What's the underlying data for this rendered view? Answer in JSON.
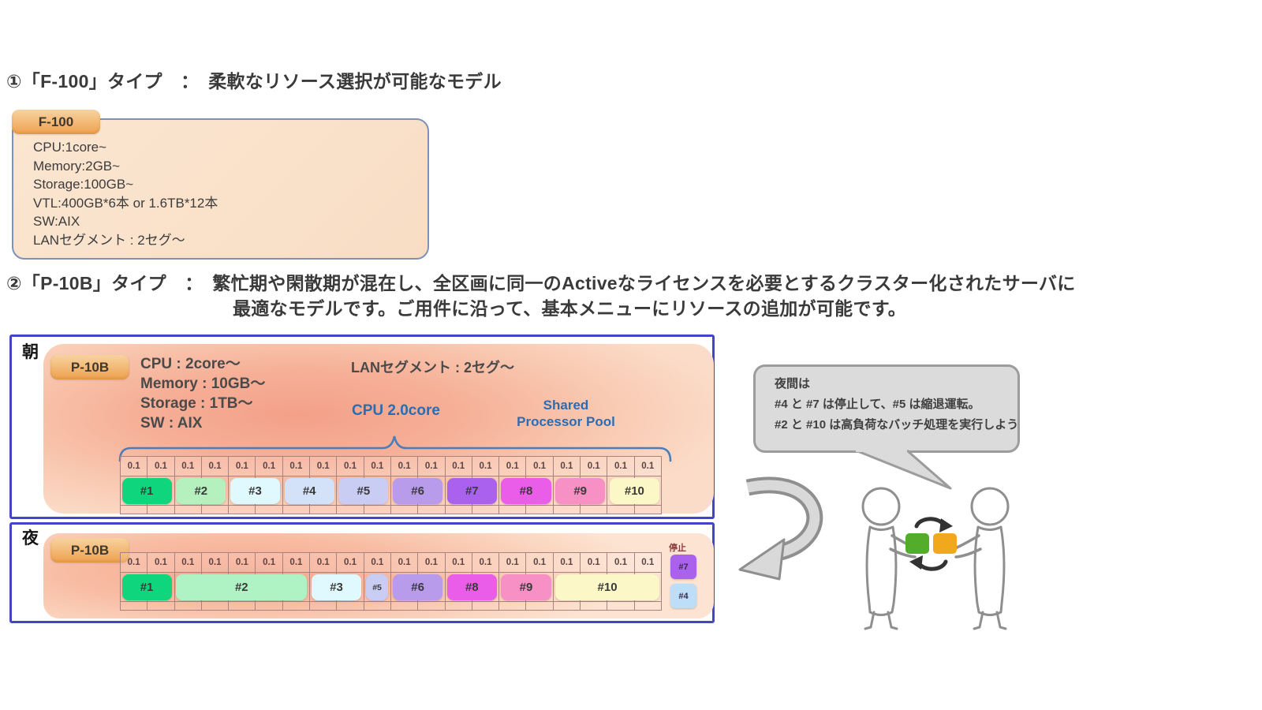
{
  "page": {
    "heading1": "①「F-100」タイプ　：　柔軟なリソース選択が可能なモデル",
    "heading2_line1": "②「P-10B」タイプ　：　繁忙期や閑散期が混在し、全区画に同一のActiveなライセンスを必要とするクラスター化されたサーバに",
    "heading2_line2": "最適なモデルです。ご用件に沿って、基本メニューにリソースの追加が可能です。"
  },
  "colors": {
    "frame_blue": "#4444c9",
    "label_blue": "#2b6cb3",
    "tab_orange": "#eea14e",
    "bubble_gray": "#dbdbdb",
    "swap_green": "#53ad2a",
    "swap_orange": "#f2a81d"
  },
  "f100": {
    "tab": "F-100",
    "specs": [
      "CPU:1core~",
      "Memory:2GB~",
      "Storage:100GB~",
      "VTL:400GB*6本 or 1.6TB*12本",
      "SW:AIX",
      "LANセグメント : 2セグ～"
    ]
  },
  "morning": {
    "period_label": "朝",
    "tab": "P-10B",
    "specs": [
      "CPU : 2core～",
      "Memory : 10GB～",
      "Storage : 1TB～",
      "SW : AIX"
    ],
    "lan": "LANセグメント : 2セグ～",
    "cpu_label": "CPU 2.0core",
    "pool_label_line1": "Shared",
    "pool_label_line2": "Processor Pool",
    "cell_value": "0.1",
    "cell_count": 20,
    "partitions": [
      {
        "label": "#1",
        "cells": 2,
        "color": "#0fd67c"
      },
      {
        "label": "#2",
        "cells": 2,
        "color": "#b5f1bf"
      },
      {
        "label": "#3",
        "cells": 2,
        "color": "#e0f9ff"
      },
      {
        "label": "#4",
        "cells": 2,
        "color": "#d3e2f8"
      },
      {
        "label": "#5",
        "cells": 2,
        "color": "#c9cdf3"
      },
      {
        "label": "#6",
        "cells": 2,
        "color": "#b89bea"
      },
      {
        "label": "#7",
        "cells": 2,
        "color": "#aa61ee"
      },
      {
        "label": "#8",
        "cells": 2,
        "color": "#ea5de8"
      },
      {
        "label": "#9",
        "cells": 2,
        "color": "#f791c5"
      },
      {
        "label": "#10",
        "cells": 2,
        "color": "#fbf7c6"
      }
    ]
  },
  "night": {
    "period_label": "夜",
    "tab": "P-10B",
    "cell_value": "0.1",
    "cell_count": 20,
    "partitions": [
      {
        "label": "#1",
        "cells": 2,
        "color": "#0fd67c"
      },
      {
        "label": "#2",
        "cells": 5,
        "color": "#aff3c5"
      },
      {
        "label": "#3",
        "cells": 2,
        "color": "#e0f9ff"
      },
      {
        "label": "#5",
        "cells": 1,
        "color": "#c9cdf3"
      },
      {
        "label": "#6",
        "cells": 2,
        "color": "#b89bea"
      },
      {
        "label": "#8",
        "cells": 2,
        "color": "#ea5de8"
      },
      {
        "label": "#9",
        "cells": 2,
        "color": "#f791c5"
      },
      {
        "label": "#10",
        "cells": 4,
        "color": "#fbf7c6"
      }
    ],
    "stopped": {
      "label": "停止",
      "items": [
        {
          "label": "#7",
          "color": "#aa61ee"
        },
        {
          "label": "#4",
          "color": "#bcdef8"
        }
      ]
    }
  },
  "callout": {
    "lines": [
      "夜間は",
      "#4 と #7 は停止して、#5 は縮退運転。",
      "#2 と #10 は高負荷なバッチ処理を実行しよう"
    ]
  }
}
